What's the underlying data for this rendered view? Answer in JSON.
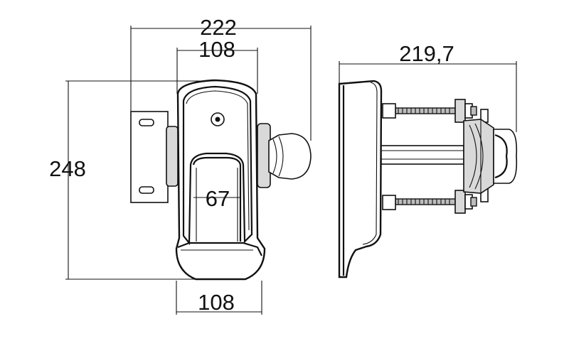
{
  "dimensions": {
    "overall_width": "222",
    "top_width": "108",
    "height": "248",
    "inner_width": "67",
    "bottom_width": "108",
    "depth": "219,7"
  }
}
